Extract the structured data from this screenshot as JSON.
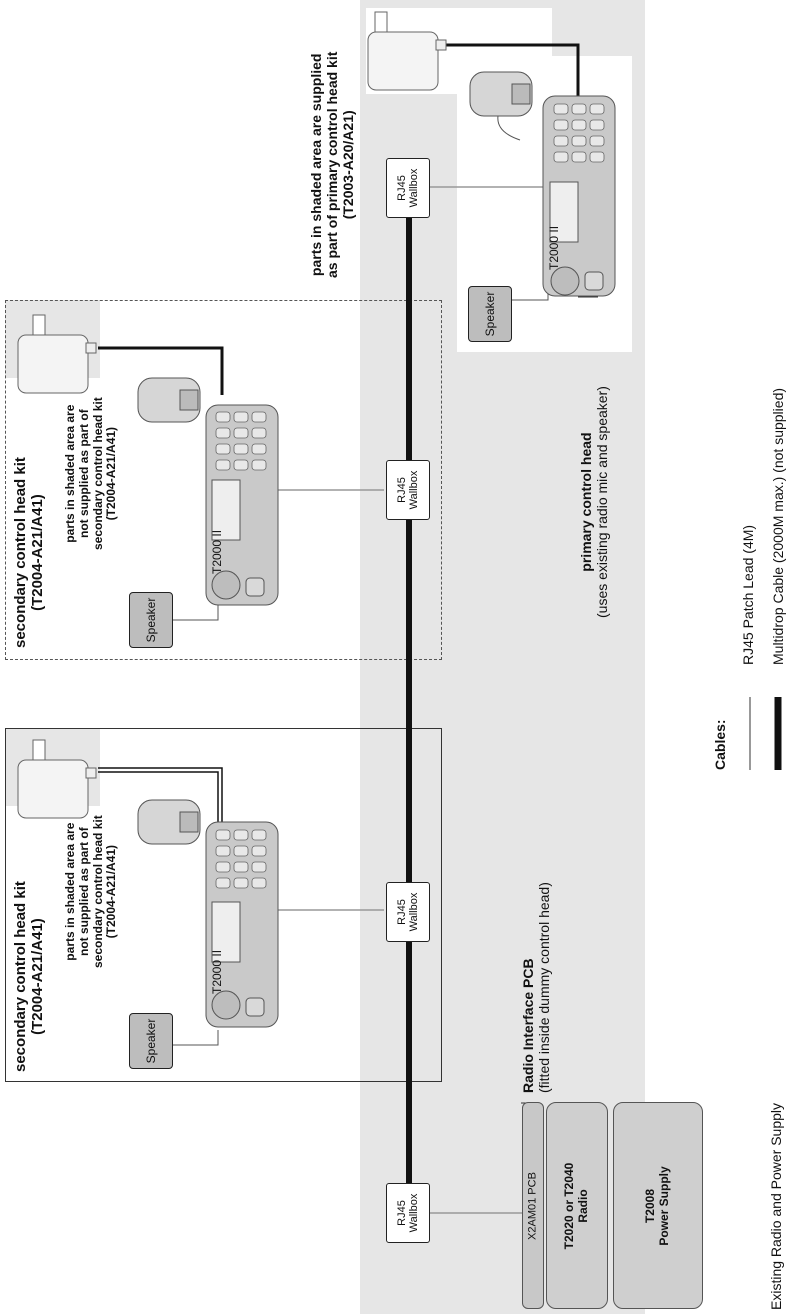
{
  "shaded_note_primary": [
    "parts in shaded area are supplied",
    "as part of primary control head kit",
    "(T2003-A20/A21)"
  ],
  "secondary_kit_title": [
    "secondary control head kit",
    "(T2004-A21/A41)"
  ],
  "secondary_note": [
    "parts in shaded area are",
    "not supplied as part of",
    "secondary control head kit",
    "(T2004-A21/A41)"
  ],
  "primary_head_title": "primary control head",
  "primary_head_sub": "(uses existing radio mic  and  speaker)",
  "radio_pcb_title": "Radio Interface PCB",
  "radio_pcb_sub": "(fitted inside dummy control head)",
  "existing_label": "Existing Radio and Power Supply",
  "wallbox_label": [
    "RJ45",
    "Wallbox"
  ],
  "speaker_label": "Speaker",
  "pcb_label": "X2AM01 PCB",
  "radio_label": [
    "T2020 or T2040",
    "Radio"
  ],
  "psu_label": [
    "T2008",
    "Power Supply"
  ],
  "head_model": "T2000 II",
  "cables": {
    "title": "Cables:",
    "items": [
      {
        "label": "RJ45 Patch Lead (4M)"
      },
      {
        "label": "Multidrop Cable (2000M max.) (not supplied)"
      }
    ]
  },
  "colors": {
    "shade": "#e6e6e6",
    "unit": "#cfcfcf",
    "speaker": "#bdbdbd",
    "patch": "#999999",
    "multidrop": "#111111"
  }
}
